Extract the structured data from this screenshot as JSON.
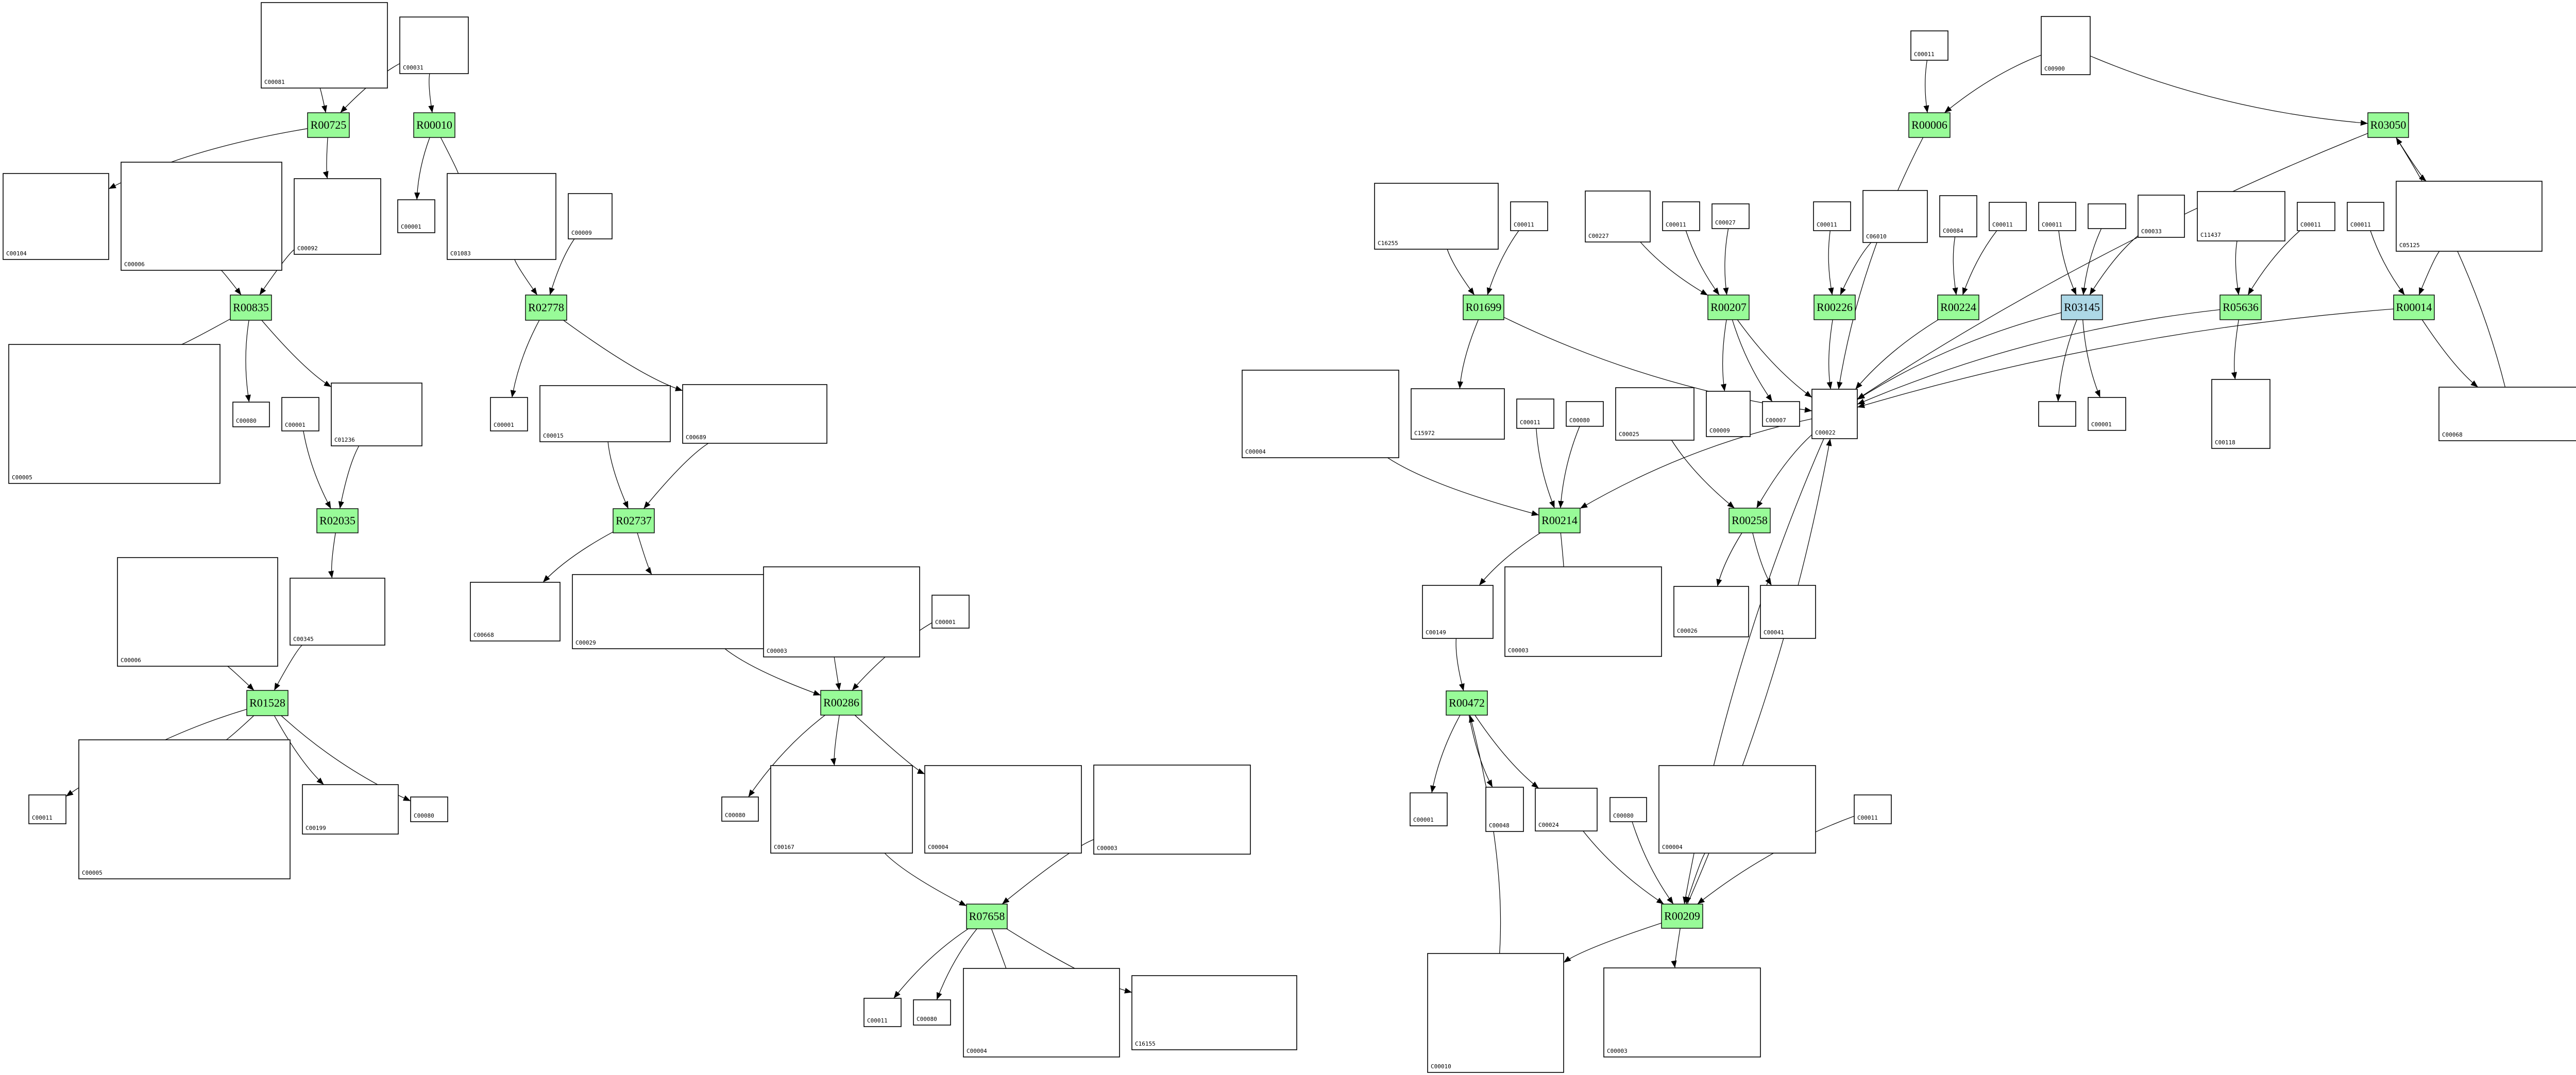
{
  "colors": {
    "reaction": "#98fb98",
    "reaction_highlight": "#add8e6",
    "compound": "#ffffff",
    "stroke": "#000000"
  },
  "graph": {
    "nodes": [
      {
        "label": "C00081",
        "kind": "compound"
      },
      {
        "label": "C00031",
        "kind": "compound"
      },
      {
        "label": "R00725",
        "kind": "reaction"
      },
      {
        "label": "R00010",
        "kind": "reaction"
      },
      {
        "label": "C00104",
        "kind": "compound"
      },
      {
        "label": "C00006",
        "kind": "compound"
      },
      {
        "label": "C00092",
        "kind": "compound"
      },
      {
        "label": "C00001",
        "kind": "compound"
      },
      {
        "label": "C01083",
        "kind": "compound"
      },
      {
        "label": "C00009",
        "kind": "compound"
      },
      {
        "label": "R00835",
        "kind": "reaction"
      },
      {
        "label": "R02778",
        "kind": "reaction"
      },
      {
        "label": "C00005",
        "kind": "compound"
      },
      {
        "label": "C00080",
        "kind": "compound"
      },
      {
        "label": "C00001",
        "kind": "compound"
      },
      {
        "label": "C01236",
        "kind": "compound"
      },
      {
        "label": "C00001",
        "kind": "compound"
      },
      {
        "label": "C00015",
        "kind": "compound"
      },
      {
        "label": "C00689",
        "kind": "compound"
      },
      {
        "label": "R02035",
        "kind": "reaction"
      },
      {
        "label": "R02737",
        "kind": "reaction"
      },
      {
        "label": "C00006",
        "kind": "compound"
      },
      {
        "label": "C00345",
        "kind": "compound"
      },
      {
        "label": "C00668",
        "kind": "compound"
      },
      {
        "label": "C00029",
        "kind": "compound"
      },
      {
        "label": "R01528",
        "kind": "reaction"
      },
      {
        "label": "C00011",
        "kind": "compound"
      },
      {
        "label": "C00005",
        "kind": "compound"
      },
      {
        "label": "C00199",
        "kind": "compound"
      },
      {
        "label": "C00080",
        "kind": "compound"
      },
      {
        "label": "C00003",
        "kind": "compound"
      },
      {
        "label": "C00001",
        "kind": "compound"
      },
      {
        "label": "R00286",
        "kind": "reaction"
      },
      {
        "label": "C00080",
        "kind": "compound"
      },
      {
        "label": "C00167",
        "kind": "compound"
      },
      {
        "label": "C00004",
        "kind": "compound"
      },
      {
        "label": "C00003",
        "kind": "compound"
      },
      {
        "label": "R07658",
        "kind": "reaction"
      },
      {
        "label": "C00011",
        "kind": "compound"
      },
      {
        "label": "C00080",
        "kind": "compound"
      },
      {
        "label": "C00004",
        "kind": "compound"
      },
      {
        "label": "C16155",
        "kind": "compound"
      },
      {
        "label": "C16255",
        "kind": "compound"
      },
      {
        "label": "C00011",
        "kind": "compound"
      },
      {
        "label": "C00227",
        "kind": "compound"
      },
      {
        "label": "C00011",
        "kind": "compound"
      },
      {
        "label": "C00027",
        "kind": "compound"
      },
      {
        "label": "C00011",
        "kind": "compound"
      },
      {
        "label": "C06010",
        "kind": "compound"
      },
      {
        "label": "R01699",
        "kind": "reaction"
      },
      {
        "label": "R00207",
        "kind": "reaction"
      },
      {
        "label": "R00226",
        "kind": "reaction"
      },
      {
        "label": "C00004",
        "kind": "compound"
      },
      {
        "label": "C15972",
        "kind": "compound"
      },
      {
        "label": "C00011",
        "kind": "compound"
      },
      {
        "label": "C00080",
        "kind": "compound"
      },
      {
        "label": "C00025",
        "kind": "compound"
      },
      {
        "label": "C00009",
        "kind": "compound"
      },
      {
        "label": "C00007",
        "kind": "compound"
      },
      {
        "label": "C00022",
        "kind": "compound"
      },
      {
        "label": "C00011",
        "kind": "compound"
      },
      {
        "label": "C00900",
        "kind": "compound"
      },
      {
        "label": "R00006",
        "kind": "reaction"
      },
      {
        "label": "R03050",
        "kind": "reaction"
      },
      {
        "label": "C00084",
        "kind": "compound"
      },
      {
        "label": "C00011",
        "kind": "compound"
      },
      {
        "label": "C00011",
        "kind": "compound"
      },
      {
        "label": "",
        "kind": "compound"
      },
      {
        "label": "C00033",
        "kind": "compound"
      },
      {
        "label": "C11437",
        "kind": "compound"
      },
      {
        "label": "C00011",
        "kind": "compound"
      },
      {
        "label": "C00011",
        "kind": "compound"
      },
      {
        "label": "C05125",
        "kind": "compound"
      },
      {
        "label": "R00224",
        "kind": "reaction"
      },
      {
        "label": "R03145",
        "kind": "reaction_highlight"
      },
      {
        "label": "R05636",
        "kind": "reaction"
      },
      {
        "label": "R00014",
        "kind": "reaction"
      },
      {
        "label": "",
        "kind": "compound"
      },
      {
        "label": "C00001",
        "kind": "compound"
      },
      {
        "label": "C00118",
        "kind": "compound"
      },
      {
        "label": "C00068",
        "kind": "compound"
      },
      {
        "label": "R00214",
        "kind": "reaction"
      },
      {
        "label": "R00258",
        "kind": "reaction"
      },
      {
        "label": "C00149",
        "kind": "compound"
      },
      {
        "label": "C00003",
        "kind": "compound"
      },
      {
        "label": "C00026",
        "kind": "compound"
      },
      {
        "label": "C00041",
        "kind": "compound"
      },
      {
        "label": "R00472",
        "kind": "reaction"
      },
      {
        "label": "C00001",
        "kind": "compound"
      },
      {
        "label": "C00048",
        "kind": "compound"
      },
      {
        "label": "C00024",
        "kind": "compound"
      },
      {
        "label": "C00080",
        "kind": "compound"
      },
      {
        "label": "C00004",
        "kind": "compound"
      },
      {
        "label": "C00011",
        "kind": "compound"
      },
      {
        "label": "R00209",
        "kind": "reaction"
      },
      {
        "label": "C00010",
        "kind": "compound"
      },
      {
        "label": "C00003",
        "kind": "compound"
      }
    ],
    "edges": [
      [
        0,
        2
      ],
      [
        1,
        2
      ],
      [
        2,
        4
      ],
      [
        2,
        6
      ],
      [
        1,
        3
      ],
      [
        3,
        7
      ],
      [
        3,
        8
      ],
      [
        5,
        10
      ],
      [
        6,
        10
      ],
      [
        10,
        12
      ],
      [
        10,
        13
      ],
      [
        10,
        15
      ],
      [
        14,
        19
      ],
      [
        15,
        19
      ],
      [
        19,
        22
      ],
      [
        8,
        11
      ],
      [
        9,
        11
      ],
      [
        11,
        16
      ],
      [
        11,
        18
      ],
      [
        17,
        20
      ],
      [
        18,
        20
      ],
      [
        20,
        23
      ],
      [
        20,
        24
      ],
      [
        21,
        25
      ],
      [
        22,
        25
      ],
      [
        25,
        26
      ],
      [
        25,
        27
      ],
      [
        25,
        28
      ],
      [
        25,
        29
      ],
      [
        24,
        32
      ],
      [
        30,
        32
      ],
      [
        31,
        32
      ],
      [
        32,
        33
      ],
      [
        32,
        34
      ],
      [
        32,
        35
      ],
      [
        34,
        37
      ],
      [
        36,
        37
      ],
      [
        37,
        38
      ],
      [
        37,
        39
      ],
      [
        37,
        40
      ],
      [
        37,
        41
      ],
      [
        42,
        49
      ],
      [
        43,
        49
      ],
      [
        49,
        53
      ],
      [
        49,
        59
      ],
      [
        44,
        50
      ],
      [
        45,
        50
      ],
      [
        46,
        50
      ],
      [
        50,
        59
      ],
      [
        50,
        57
      ],
      [
        50,
        58
      ],
      [
        47,
        51
      ],
      [
        48,
        51
      ],
      [
        51,
        59
      ],
      [
        60,
        62
      ],
      [
        61,
        62
      ],
      [
        62,
        59
      ],
      [
        61,
        63
      ],
      [
        80,
        63
      ],
      [
        63,
        59
      ],
      [
        63,
        72
      ],
      [
        64,
        73
      ],
      [
        65,
        73
      ],
      [
        73,
        59
      ],
      [
        66,
        74
      ],
      [
        67,
        74
      ],
      [
        68,
        74
      ],
      [
        74,
        59
      ],
      [
        74,
        77
      ],
      [
        74,
        78
      ],
      [
        69,
        75
      ],
      [
        70,
        75
      ],
      [
        75,
        59
      ],
      [
        75,
        79
      ],
      [
        71,
        76
      ],
      [
        72,
        76
      ],
      [
        76,
        59
      ],
      [
        76,
        80
      ],
      [
        52,
        81
      ],
      [
        54,
        81
      ],
      [
        55,
        81
      ],
      [
        59,
        81
      ],
      [
        81,
        83
      ],
      [
        81,
        84
      ],
      [
        56,
        82
      ],
      [
        59,
        82
      ],
      [
        82,
        85
      ],
      [
        82,
        86
      ],
      [
        83,
        87
      ],
      [
        95,
        87
      ],
      [
        87,
        88
      ],
      [
        87,
        89
      ],
      [
        87,
        90
      ],
      [
        90,
        94
      ],
      [
        91,
        94
      ],
      [
        92,
        94
      ],
      [
        93,
        94
      ],
      [
        59,
        94
      ],
      [
        94,
        59
      ],
      [
        94,
        95
      ],
      [
        94,
        96
      ]
    ]
  }
}
